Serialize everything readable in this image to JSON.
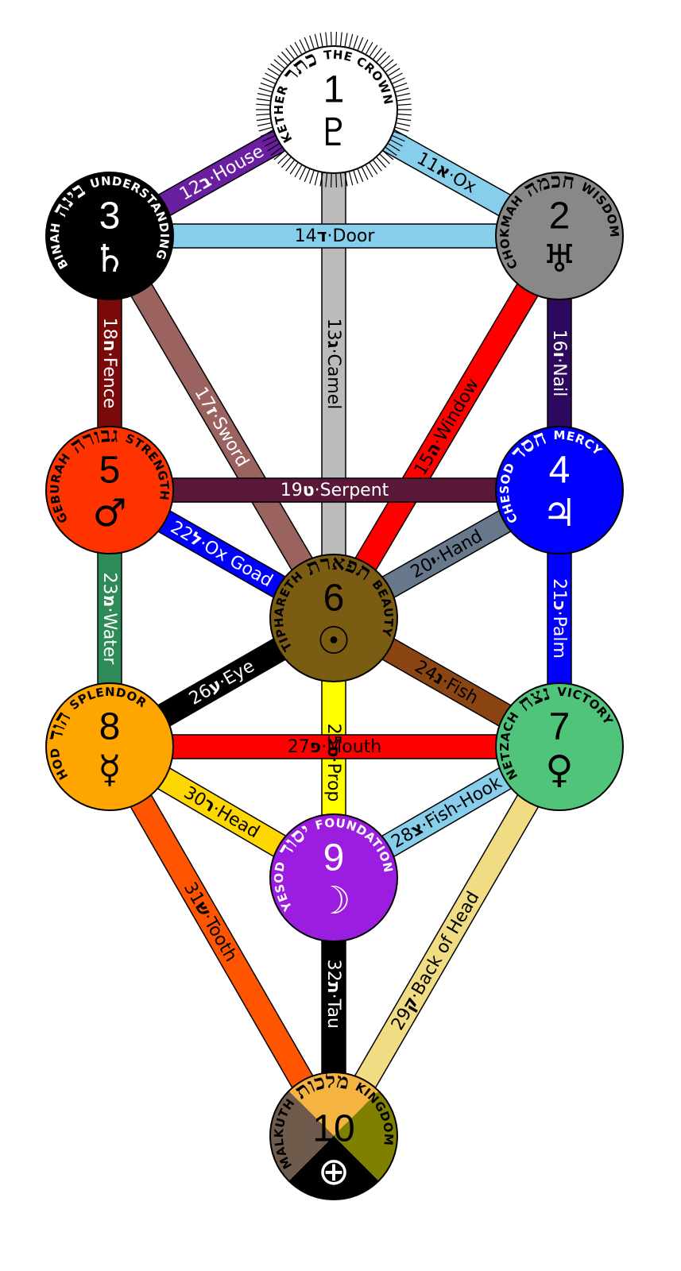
{
  "colors": {
    "stroke": "#000000",
    "background": "#ffffff"
  },
  "sephiroth": [
    {
      "id": 1,
      "number": "1",
      "name": "KETHER",
      "meaning": "THE CROWN",
      "hebrew": "כתר",
      "symbol": "♇",
      "fill": "#ffffff",
      "text": "#000000",
      "radiant": true
    },
    {
      "id": 2,
      "number": "2",
      "name": "CHOKMAH",
      "meaning": "WISDOM",
      "hebrew": "חכמה",
      "symbol": "♅",
      "fill": "#888888",
      "text": "#000000"
    },
    {
      "id": 3,
      "number": "3",
      "name": "BINAH",
      "meaning": "UNDERSTANDING",
      "hebrew": "בינה",
      "symbol": "♄",
      "fill": "#000000",
      "text": "#ffffff"
    },
    {
      "id": 4,
      "number": "4",
      "name": "CHESOD",
      "meaning": "MERCY",
      "hebrew": "חסד",
      "symbol": "♃",
      "fill": "#0000ff",
      "text": "#ffffff"
    },
    {
      "id": 5,
      "number": "5",
      "name": "GEBURAH",
      "meaning": "STRENGTH",
      "hebrew": "גבורה",
      "symbol": "♂",
      "fill": "#ff3300",
      "text": "#000000"
    },
    {
      "id": 6,
      "number": "6",
      "name": "TIPHARETH",
      "meaning": "BEAUTY",
      "hebrew": "תפארת",
      "symbol": "☉",
      "fill": "#7a5c12",
      "text": "#000000"
    },
    {
      "id": 7,
      "number": "7",
      "name": "NETZACH",
      "meaning": "VICTORY",
      "hebrew": "נצח",
      "symbol": "♀",
      "fill": "#4fc47a",
      "text": "#000000"
    },
    {
      "id": 8,
      "number": "8",
      "name": "HOD",
      "meaning": "SPLENDOR",
      "hebrew": "הוד",
      "symbol": "☿",
      "fill": "#ffa500",
      "text": "#000000"
    },
    {
      "id": 9,
      "number": "9",
      "name": "YESOD",
      "meaning": "FOUNDATION",
      "hebrew": "יסוד",
      "symbol": "☽",
      "fill": "#9b1de0",
      "text": "#ffffff"
    },
    {
      "id": 10,
      "number": "10",
      "name": "MALKUTH",
      "meaning": "KINGDOM",
      "hebrew": "מלכות",
      "symbol": "⊕",
      "fill": "#7a5c12",
      "text": "#000000",
      "quarters": [
        "#f5b342",
        "#6f5b4c",
        "#808000",
        "#000000"
      ]
    }
  ],
  "paths": [
    {
      "number": "11",
      "letter": "א",
      "title": "Ox",
      "from": 1,
      "to": 2,
      "color": "#87ceeb",
      "text": "#000000"
    },
    {
      "number": "12",
      "letter": "ב",
      "title": "House",
      "from": 1,
      "to": 3,
      "color": "#6a1fa0",
      "text": "#ffffff"
    },
    {
      "number": "13",
      "letter": "ג",
      "title": "Camel",
      "from": 1,
      "to": 6,
      "color": "#bbbbbb",
      "text": "#000000"
    },
    {
      "number": "14",
      "letter": "ד",
      "title": "Door",
      "from": 3,
      "to": 2,
      "color": "#87ceeb",
      "text": "#000000"
    },
    {
      "number": "15",
      "letter": "ה",
      "title": "Window",
      "from": 2,
      "to": 6,
      "color": "#ff0000",
      "text": "#000000"
    },
    {
      "number": "16",
      "letter": "ו",
      "title": "Nail",
      "from": 2,
      "to": 4,
      "color": "#2e0a5e",
      "text": "#ffffff"
    },
    {
      "number": "17",
      "letter": "ז",
      "title": "Sword",
      "from": 3,
      "to": 6,
      "color": "#9b6360",
      "text": "#ffffff"
    },
    {
      "number": "18",
      "letter": "ח",
      "title": "Fence",
      "from": 3,
      "to": 5,
      "color": "#7a0a0a",
      "text": "#ffffff"
    },
    {
      "number": "19",
      "letter": "ט",
      "title": "Serpent",
      "from": 5,
      "to": 4,
      "color": "#5a1838",
      "text": "#ffffff"
    },
    {
      "number": "20",
      "letter": "י",
      "title": "Hand",
      "from": 4,
      "to": 6,
      "color": "#66788a",
      "text": "#000000"
    },
    {
      "number": "21",
      "letter": "כ",
      "title": "Palm",
      "from": 4,
      "to": 7,
      "color": "#0000ff",
      "text": "#ffffff"
    },
    {
      "number": "22",
      "letter": "ל",
      "title": "Ox Goad",
      "from": 5,
      "to": 6,
      "color": "#0000ff",
      "text": "#ffffff"
    },
    {
      "number": "23",
      "letter": "מ",
      "title": "Water",
      "from": 5,
      "to": 8,
      "color": "#2e8b57",
      "text": "#ffffff"
    },
    {
      "number": "24",
      "letter": "נ",
      "title": "Fish",
      "from": 6,
      "to": 7,
      "color": "#8b4513",
      "text": "#000000"
    },
    {
      "number": "25",
      "letter": "ס",
      "title": "Prop",
      "from": 6,
      "to": 9,
      "color": "#ffff00",
      "text": "#000000"
    },
    {
      "number": "26",
      "letter": "ע",
      "title": "Eye",
      "from": 6,
      "to": 8,
      "color": "#000000",
      "text": "#ffffff"
    },
    {
      "number": "27",
      "letter": "פ",
      "title": "Mouth",
      "from": 8,
      "to": 7,
      "color": "#ff0000",
      "text": "#000000"
    },
    {
      "number": "28",
      "letter": "צ",
      "title": "Fish-Hook",
      "from": 9,
      "to": 7,
      "color": "#87ceeb",
      "text": "#000000"
    },
    {
      "number": "29",
      "letter": "ק",
      "title": "Back of Head",
      "from": 10,
      "to": 7,
      "color": "#f0dc82",
      "text": "#000000"
    },
    {
      "number": "30",
      "letter": "ר",
      "title": "Head",
      "from": 8,
      "to": 9,
      "color": "#ffd700",
      "text": "#000000"
    },
    {
      "number": "31",
      "letter": "ש",
      "title": "Tooth",
      "from": 8,
      "to": 10,
      "color": "#ff5500",
      "text": "#000000"
    },
    {
      "number": "32",
      "letter": "ת",
      "title": "Tau",
      "from": 9,
      "to": 10,
      "color": "#000000",
      "text": "#ffffff"
    }
  ]
}
